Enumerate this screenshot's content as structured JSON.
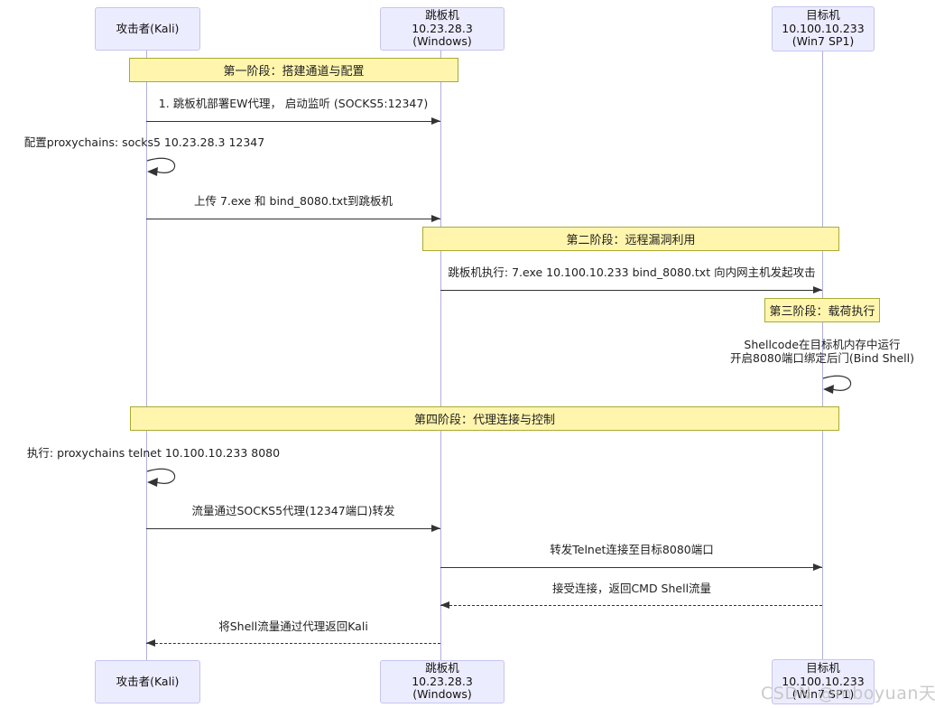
{
  "actors": [
    {
      "id": "attacker",
      "lines": [
        "攻击者(Kali)"
      ]
    },
    {
      "id": "jumpbox",
      "lines": [
        "跳板机",
        "10.23.28.3 (Windows)"
      ]
    },
    {
      "id": "target",
      "lines": [
        "目标机",
        "10.100.10.233",
        "(Win7 SP1)"
      ]
    }
  ],
  "phases": [
    {
      "label": "第一阶段：搭建通道与配置"
    },
    {
      "label": "第二阶段：远程漏洞利用"
    },
    {
      "label": "第三阶段：载荷执行"
    },
    {
      "label": "第四阶段：代理连接与控制"
    }
  ],
  "messages": [
    {
      "label": "1. 跳板机部署EW代理， 启动监听 (SOCKS5:12347)",
      "from": "攻击者(Kali)",
      "to": "跳板机",
      "line": "solid"
    },
    {
      "label": "配置proxychains: socks5 10.23.28.3 12347",
      "self": "攻击者(Kali)"
    },
    {
      "label": "上传 7.exe 和 bind_8080.txt到跳板机",
      "from": "攻击者(Kali)",
      "to": "跳板机",
      "line": "solid"
    },
    {
      "label": "跳板机执行: 7.exe 10.100.10.233 bind_8080.txt 向内网主机发起攻击",
      "from": "跳板机",
      "to": "目标机",
      "line": "solid"
    },
    {
      "label_line1": "Shellcode在目标机内存中运行",
      "label_line2": "开启8080端口绑定后门(Bind Shell)",
      "self": "目标机"
    },
    {
      "label": "执行: proxychains telnet 10.100.10.233 8080",
      "self": "攻击者(Kali)"
    },
    {
      "label": "流量通过SOCKS5代理(12347端口)转发",
      "from": "攻击者(Kali)",
      "to": "跳板机",
      "line": "solid"
    },
    {
      "label": "转发Telnet连接至目标8080端口",
      "from": "跳板机",
      "to": "目标机",
      "line": "solid"
    },
    {
      "label": "接受连接，返回CMD Shell流量",
      "from": "目标机",
      "to": "跳板机",
      "line": "dashed"
    },
    {
      "label": "将Shell流量通过代理返回Kali",
      "from": "跳板机",
      "to": "攻击者(Kali)",
      "line": "dashed"
    }
  ],
  "watermark": "CSDN @mboyuan天天",
  "colors": {
    "actor_fill": "#ECECFF",
    "actor_border": "#C5C5F0",
    "note_fill": "#FFF5AD",
    "note_border": "#AAAA33",
    "lifeline": "#AFAFDE",
    "arrow": "#333333"
  }
}
